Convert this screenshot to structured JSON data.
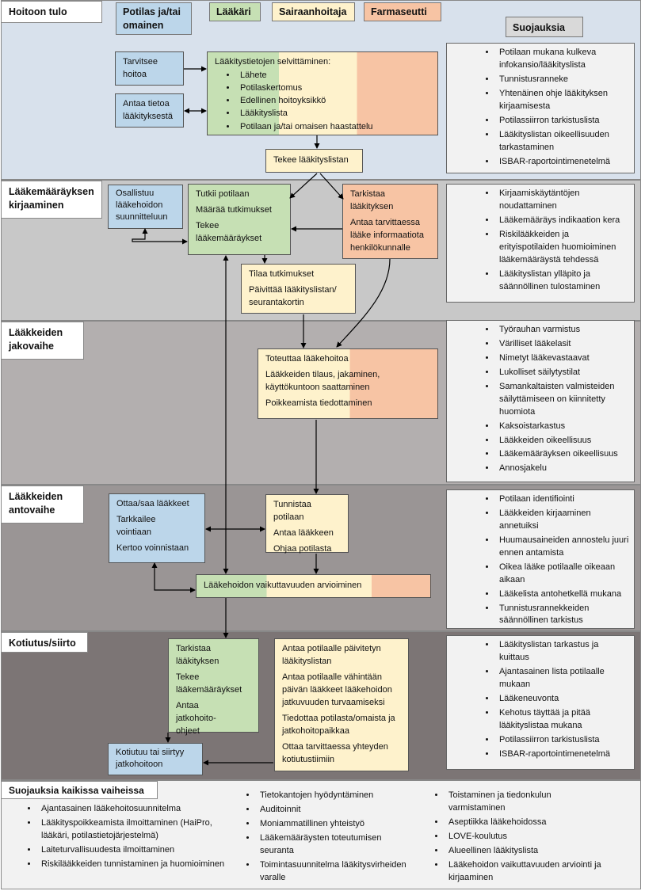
{
  "legend": {
    "patient": "Potilas ja/tai omainen",
    "doctor": "Lääkäri",
    "nurse": "Sairaanhoitaja",
    "pharmacist": "Farmaseutti",
    "safeguards": "Suojauksia",
    "colors": {
      "patient": "#bcd6ea",
      "doctor": "#c6e0b4",
      "nurse": "#fef2cc",
      "pharmacist": "#f7c4a4"
    }
  },
  "stages": [
    {
      "title": "Hoitoon tulo"
    },
    {
      "title": "Lääkemääräyksen kirjaaminen"
    },
    {
      "title": "Lääkkeiden jakovaihe"
    },
    {
      "title": "Lääkkeiden antovaihe"
    },
    {
      "title": "Kotiutus/siirto"
    }
  ],
  "boxes": {
    "needs_care": "Tarvitsee hoitoa",
    "gives_info": "Antaa tietoa lääkityksestä",
    "med_info": {
      "title": "Lääkitystietojen selvittäminen:",
      "items": [
        "Lähete",
        "Potilaskertomus",
        "Edellinen hoitoyksikkö",
        "Lääkityslista",
        "Potilaan ja/tai omaisen haastattelu"
      ]
    },
    "makes_list": "Tekee lääkityslistan",
    "participates": "Osallistuu lääkehoidon suunnitteluun",
    "doctor_exam": [
      "Tutkii potilaan",
      "Määrää tutkimukset",
      "Tekee lääkemääräykset"
    ],
    "pharm_check": [
      "Tarkistaa lääkityksen",
      "Antaa tarvittaessa lääke informaatiota henkilökunnalle"
    ],
    "orders_tests": [
      "Tilaa tutkimukset",
      "Päivittää lääkityslistan/ seurantakortin"
    ],
    "implements": [
      "Toteuttaa lääkehoitoa",
      "Lääkkeiden tilaus, jakaminen, käyttökuntoon saattaminen",
      "Poikkeamista tiedottaminen"
    ],
    "patient_admin": [
      "Ottaa/saa lääkkeet",
      "Tarkkailee vointiaan",
      "Kertoo voinnistaan"
    ],
    "nurse_admin": [
      "Tunnistaa potilaan",
      "Antaa lääkkeen",
      "Ohjaa potilasta"
    ],
    "evaluation": "Lääkehoidon vaikuttavuuden arvioiminen",
    "doctor_discharge": [
      "Tarkistaa lääkityksen",
      "Tekee lääkemääräykset",
      "Antaa jatkohoito-ohjeet"
    ],
    "nurse_discharge": [
      "Antaa potilaalle päivitetyn lääkityslistan",
      "Antaa potilaalle vähintään päivän lääkkeet lääkehoidon jatkuvuuden turvaamiseksi",
      "Tiedottaa potilasta/omaista ja jatkohoitopaikkaa",
      "Ottaa tarvittaessa yhteyden kotiutustiimiin"
    ],
    "discharged": "Kotiutuu tai siirtyy jatkohoitoon"
  },
  "safeguards": [
    [
      "Potilaan mukana kulkeva infokansio/lääkityslista",
      "Tunnistusranneke",
      "Yhtenäinen ohje lääkityksen kirjaamisesta",
      "Potilassiirron tarkistuslista",
      "Lääkityslistan oikeellisuuden tarkastaminen",
      "ISBAR-raportointimenetelmä"
    ],
    [
      "Kirjaamiskäytäntöjen noudattaminen",
      "Lääkemääräys indikaation kera",
      "Riskilääkkeiden ja erityispotilaiden huomioiminen lääkemääräystä tehdessä",
      "Lääkityslistan ylläpito ja säännöllinen tulostaminen"
    ],
    [
      "Työrauhan varmistus",
      "Värilliset lääkelasit",
      "Nimetyt lääkevastaavat",
      "Lukolliset säilytystilat",
      "Samankaltaisten valmisteiden säilyttämiseen on kiinnitetty huomiota",
      "Kaksoistarkastus",
      "Lääkkeiden oikeellisuus",
      "Lääkemääräyksen oikeellisuus",
      "Annosjakelu"
    ],
    [
      "Potilaan identifiointi",
      "Lääkkeiden kirjaaminen annetuiksi",
      "Huumausaineiden annostelu juuri ennen antamista",
      "Oikea lääke potilaalle oikeaan aikaan",
      "Lääkelista antohetkellä mukana",
      "Tunnistusrannekkeiden säännöllinen tarkistus"
    ],
    [
      "Lääkityslistan tarkastus ja kuittaus",
      "Ajantasainen lista potilaalle mukaan",
      "Lääkeneuvonta",
      "Kehotus täyttää ja pitää lääkityslistaa mukana",
      "Potilassiirron tarkistuslista",
      "ISBAR-raportointimenetelmä"
    ]
  ],
  "all_stages": {
    "title": "Suojauksia kaikissa vaiheissa",
    "col1": [
      "Ajantasainen lääkehoitosuunnitelma",
      "Lääkityspoikkeamista ilmoittaminen (HaiPro, lääkäri, potilastietojärjestelmä)",
      "Laiteturvallisuudesta ilmoittaminen",
      "Riskilääkkeiden tunnistaminen ja huomioiminen"
    ],
    "col2": [
      "Tietokantojen hyödyntäminen",
      "Auditoinnit",
      "Moniammatillinen yhteistyö",
      "Lääkemääräysten toteutumisen seuranta",
      "Toimintasuunnitelma lääkitysvirheiden varalle"
    ],
    "col3": [
      "Toistaminen ja tiedonkulun varmistaminen",
      "Aseptiikka lääkehoidossa",
      "LOVE-koulutus",
      "Alueellinen lääkityslista",
      "Lääkehoidon vaikuttavuuden arviointi ja kirjaaminen"
    ]
  }
}
